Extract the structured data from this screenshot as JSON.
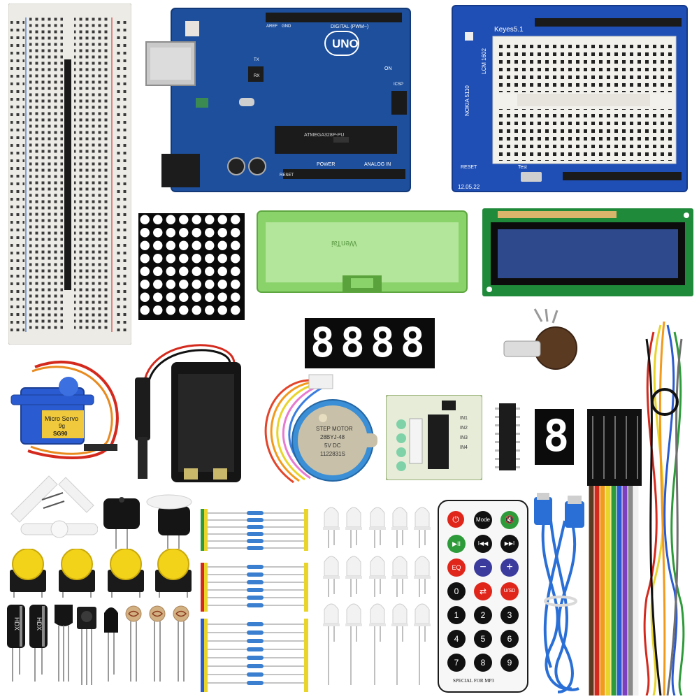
{
  "colors": {
    "arduino_blue": "#1d4f9c",
    "shield_blue": "#1f4fb5",
    "breadboard": "#ecebe6",
    "green_box": "#8ad36a",
    "lcd_screen": "#2e4a8c",
    "led_red": "#e0251b",
    "servo_blue": "#2a5bd1",
    "button_yellow": "#f3d21a"
  },
  "arduino": {
    "model": "UNO",
    "digital_label": "DIGITAL (PWM~)",
    "power_label": "POWER",
    "analog_label": "ANALOG IN",
    "chip_text": "ATMEGA328P-PU",
    "icsp_label": "ICSP",
    "on_label": "ON",
    "tx_label": "TX",
    "rx_label": "RX",
    "aref_label": "AREF",
    "gnd_label": "GND",
    "reset_label": "RESET"
  },
  "proto_shield": {
    "brand": "Keyes5.1",
    "lcd_label": "LCM 1602",
    "nokia_label": "NOKIA 5110",
    "reset_label": "RESET",
    "date": "12.05.22",
    "test_label": "Test"
  },
  "servo": {
    "label_line1": "Micro Servo",
    "label_line2": "9g",
    "model": "SG90"
  },
  "stepper": {
    "label_line1": "STEP MOTOR",
    "label_line2": "28BYJ-48",
    "label_line3": "5V  DC",
    "label_line4": "1122831S"
  },
  "green_box": {
    "brand": "WenTai"
  },
  "segment_display": {
    "digits": "8888",
    "single_digit": "8"
  },
  "driver_board": {
    "inputs": [
      "IN1",
      "IN2",
      "IN3",
      "IN4"
    ]
  },
  "capacitors": {
    "label": "HDX"
  },
  "ir_remote": {
    "footer": "SPECIAL FOR MP3",
    "rows": [
      [
        "⏻",
        "Mode",
        "🔇"
      ],
      [
        "▶II",
        "I◀◀",
        "▶▶I"
      ],
      [
        "EQ",
        "−",
        "+"
      ],
      [
        "0",
        "⇄",
        "U/SD"
      ],
      [
        "1",
        "2",
        "3"
      ],
      [
        "4",
        "5",
        "6"
      ],
      [
        "7",
        "8",
        "9"
      ]
    ]
  }
}
